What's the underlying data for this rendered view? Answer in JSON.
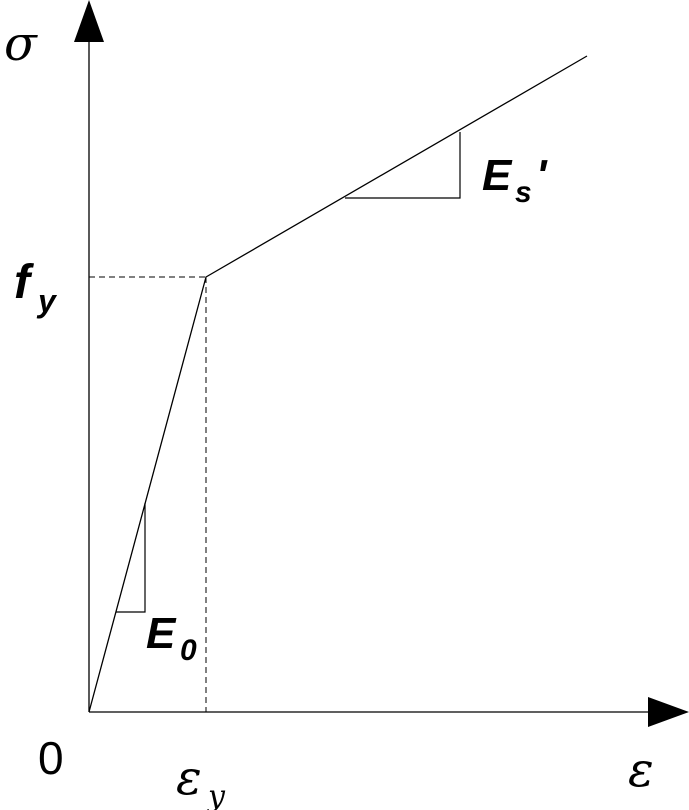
{
  "labels": {
    "y_axis": "σ",
    "x_axis": "ε",
    "origin": "0",
    "yield_stress_main": "f",
    "yield_stress_sub": "y",
    "yield_strain_main": "ε",
    "yield_strain_sub": "y",
    "initial_modulus_main": "E",
    "initial_modulus_sub": "0",
    "hardening_modulus_main": "E",
    "hardening_modulus_sub": "s",
    "hardening_modulus_prime": "'"
  },
  "colors": {
    "line": "#000000",
    "background": "#ffffff"
  }
}
